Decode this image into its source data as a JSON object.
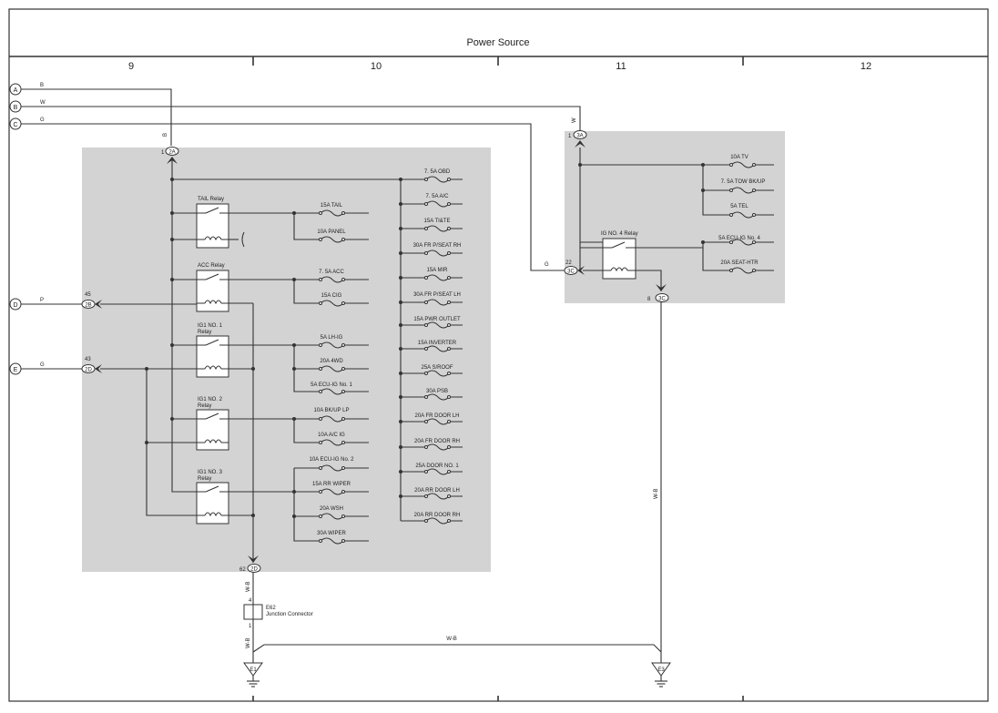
{
  "header": {
    "title": "Power Source",
    "columns": [
      "9",
      "10",
      "11",
      "12"
    ]
  },
  "inputs": [
    {
      "id": "A",
      "wire": "B"
    },
    {
      "id": "B",
      "wire": "W"
    },
    {
      "id": "C",
      "wire": "G"
    },
    {
      "id": "D",
      "wire": "P"
    },
    {
      "id": "E",
      "wire": "G"
    }
  ],
  "left_box": {
    "entry": {
      "pin": "1",
      "conn": "2A",
      "wire": "B"
    },
    "pin_d": {
      "pin": "45",
      "conn": "2B"
    },
    "pin_e": {
      "pin": "43",
      "conn": "2D"
    },
    "pin_out": {
      "pin": "62",
      "conn": "2D"
    },
    "relays": [
      {
        "l1": "TAIL Relay",
        "l2": ""
      },
      {
        "l1": "ACC Relay",
        "l2": ""
      },
      {
        "l1": "IG1 NO. 1",
        "l2": "Relay"
      },
      {
        "l1": "IG1 NO. 2",
        "l2": "Relay"
      },
      {
        "l1": "IG1 NO. 3",
        "l2": "Relay"
      }
    ],
    "relay_fuses": [
      "15A TAIL",
      "10A PANEL",
      "7. 5A ACC",
      "15A CIG",
      "5A LH-IG",
      "20A 4WD",
      "5A ECU-IG No. 1",
      "10A BK/UP LP",
      "10A A/C IG",
      "10A ECU-IG No. 2",
      "15A RR WIPER",
      "20A WSH",
      "30A WIPER"
    ],
    "bus_fuses": [
      "7. 5A OBD",
      "7. 5A A/C",
      "15A TI&TE",
      "30A FR P/SEAT RH",
      "15A MIR",
      "30A FR P/SEAT LH",
      "15A PWR OUTLET",
      "15A INVERTER",
      "25A S/ROOF",
      "30A PSB",
      "20A FR DOOR LH",
      "20A FR DOOR RH",
      "25A DOOR NO. 1",
      "20A RR DOOR LH",
      "20A RR DOOR RH"
    ]
  },
  "right_box": {
    "entry": {
      "pin": "1",
      "conn": "3A",
      "wire": "W"
    },
    "pin_g": {
      "pin": "22",
      "conn": "3C",
      "wire": "G"
    },
    "pin_out": {
      "pin": "8",
      "conn": "3C"
    },
    "relay": {
      "l1": "IG NO. 4 Relay"
    },
    "fuses": [
      "10A TV",
      "7. 5A TOW BK/UP",
      "5A TEL",
      "5A ECU-IG No. 4",
      "20A SEAT-HTR"
    ]
  },
  "junction": {
    "id": "E62",
    "name": "Junction Connector",
    "pin_top": "4",
    "pin_bottom": "1"
  },
  "wires": {
    "wb1": "W-B",
    "wb2": "W-B",
    "wb3": "W-B",
    "wb_mid": "W-B"
  },
  "grounds": [
    "E1",
    "E3"
  ]
}
